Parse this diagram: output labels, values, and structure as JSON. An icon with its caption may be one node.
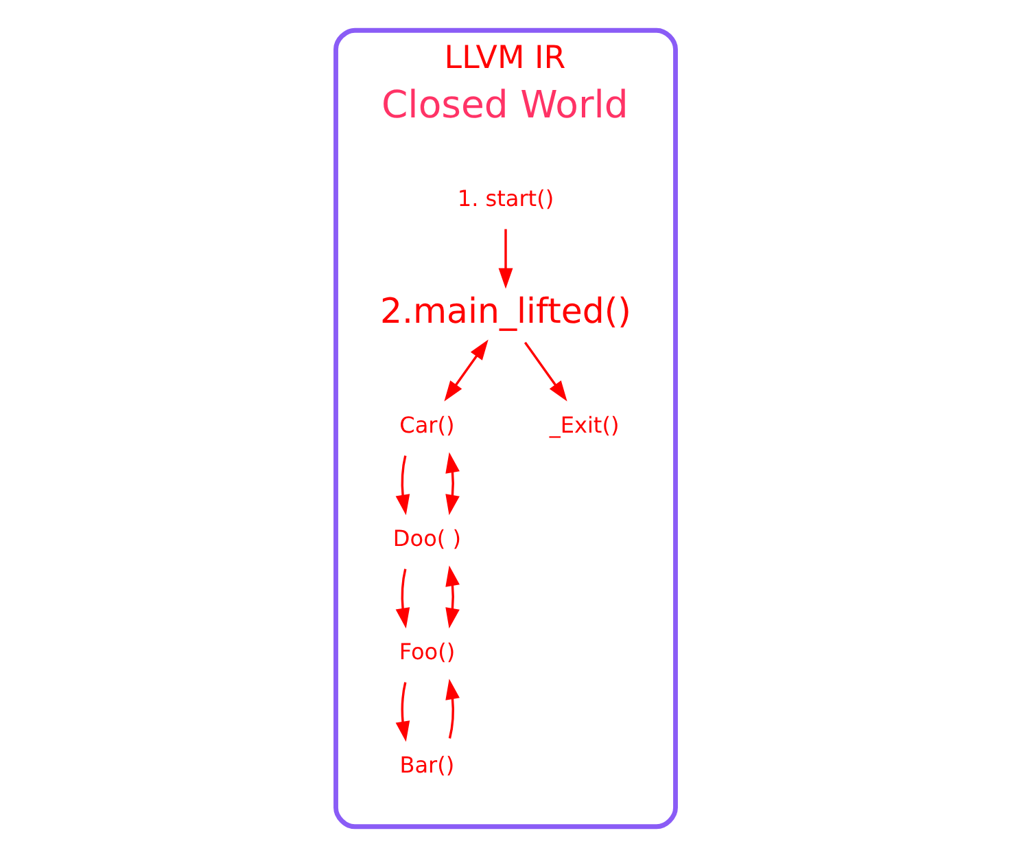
{
  "diagram": {
    "nodes": [
      {
        "text": [
          "LLVM IR",
          "Closed World"
        ]
      },
      {
        "text": [
          "1. start()"
        ],
        "in": 0
      },
      {
        "text": [
          "Car()"
        ],
        "in": 0
      },
      {
        "text": [
          "2.main_lifted()"
        ],
        "in": 0
      },
      {
        "text": [
          "Doo( )"
        ],
        "in": 0
      },
      {
        "text": [
          "Foo()"
        ],
        "in": 0
      },
      {
        "text": [
          "_Exit()"
        ],
        "in": 0
      },
      {
        "text": [
          "Bar()"
        ],
        "in": 0
      }
    ],
    "edges": [
      {
        "from": 1,
        "to": 3,
        "arrow": "to"
      },
      {
        "from": 3,
        "to": 2,
        "arrow": "both"
      },
      {
        "from": 3,
        "to": 6,
        "arrow": "to"
      },
      {
        "from": 2,
        "to": 4,
        "arrow": "to"
      },
      {
        "from": 4,
        "to": 2,
        "arrow": "both"
      },
      {
        "from": 4,
        "to": 5,
        "arrow": "to"
      },
      {
        "from": 5,
        "to": 4,
        "arrow": "both"
      },
      {
        "from": 5,
        "to": 7,
        "arrow": "to"
      },
      {
        "from": 7,
        "to": 5,
        "arrow": "to"
      }
    ]
  }
}
